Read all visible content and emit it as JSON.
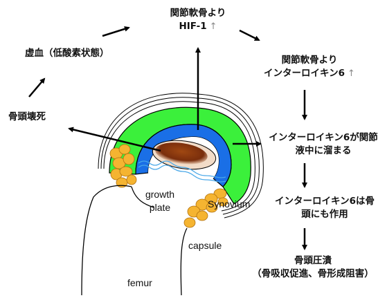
{
  "texts": {
    "hif_line1": "関節軟骨より",
    "hif_line2": "HIF-1",
    "il6_line1": "関節軟骨より",
    "il6_line2": "インターロイキン6",
    "up_arrow": "↑",
    "ischemia": "虚血（低酸素状態）",
    "necrosis": "骨頭壊死",
    "accum_line1": "インターロイキン6が関節",
    "accum_line2": "液中に溜まる",
    "acts_line1": "インターロイキン6は骨",
    "acts_line2": "頭にも作用",
    "collapse_line1": "骨頭圧潰",
    "collapse_line2": "（骨吸収促進、骨形成阻害）"
  },
  "anatomy": {
    "growth_line1": "growth",
    "growth_line2": "plate",
    "synovium": "Synovium",
    "capsule": "capsule",
    "femur": "femur"
  },
  "colors": {
    "cartilage_green": "#3bf03b",
    "blue_layer": "#1a6fe6",
    "necrotic_brown": "#8b3a12",
    "synovium_orange": "#f5b431",
    "growth_plate": "#4aa8e8"
  }
}
